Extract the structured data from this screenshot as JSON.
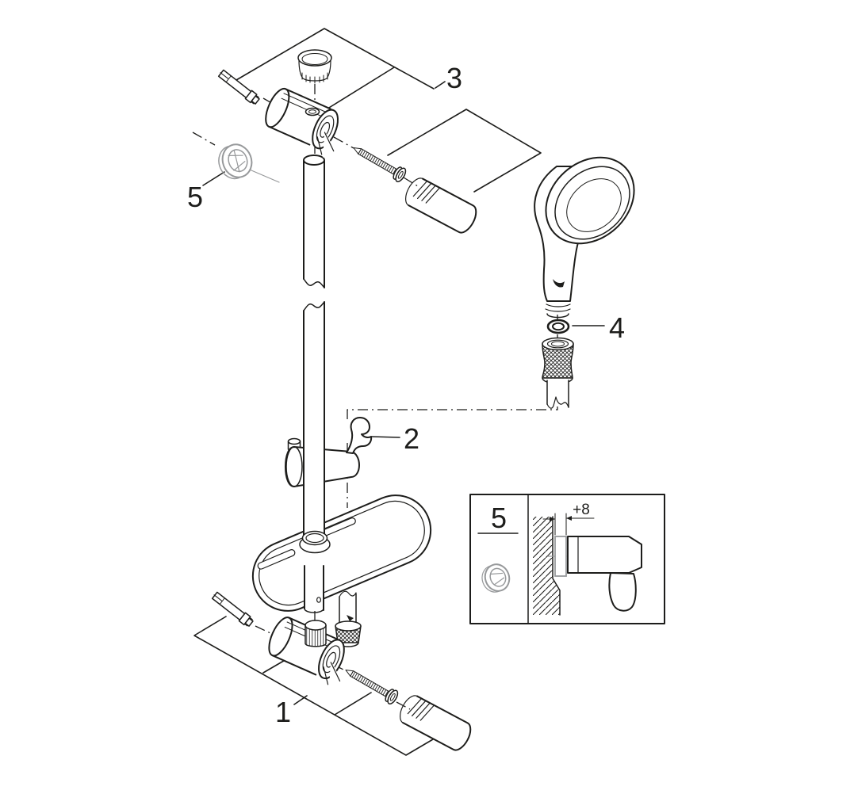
{
  "colors": {
    "line": "#1d1d1b",
    "gray": "#97999b",
    "background": "#ffffff"
  },
  "callouts": {
    "part1": "1",
    "part2": "2",
    "part3": "3",
    "part4": "4",
    "part5": "5"
  },
  "inset": {
    "part_label": "5",
    "dimension": "+8"
  }
}
